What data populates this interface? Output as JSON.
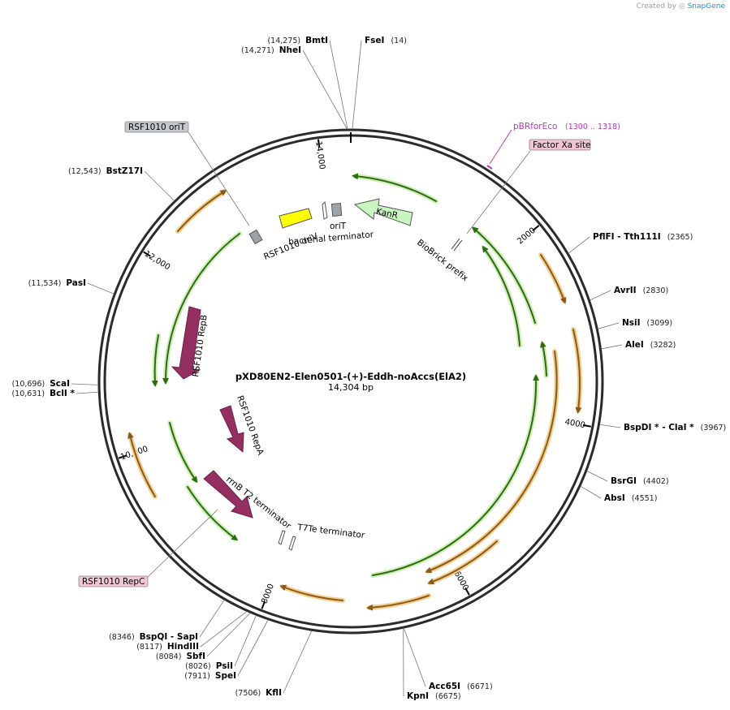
{
  "credit": {
    "prefix": "Created by",
    "brand": "SnapGene"
  },
  "map": {
    "name": "pXD80EN2-Elen0501-(+)-Eddh-noAccs(ElA2)",
    "length_label": "14,304 bp",
    "total_bp": 14304
  },
  "ticks": [
    {
      "bp": 2000,
      "label": "2000"
    },
    {
      "bp": 4000,
      "label": "4000"
    },
    {
      "bp": 6000,
      "label": "6000"
    },
    {
      "bp": 8000,
      "label": "8000"
    },
    {
      "bp": 10000,
      "label": "10,000"
    },
    {
      "bp": 12000,
      "label": "12,000"
    },
    {
      "bp": 14000,
      "label": "14,000"
    }
  ],
  "sites": [
    {
      "pos_label": "(14,275)",
      "name": "BmtI",
      "bp": 14275
    },
    {
      "pos_label": "(14,271)",
      "name": "NheI",
      "bp": 14271
    },
    {
      "pos_label": "(14)",
      "name": "FseI",
      "bp": 14
    },
    {
      "pos_label": "(2365)",
      "name": "PflFI   - Tth111I",
      "bp": 2365
    },
    {
      "pos_label": "(2830)",
      "name": "AvrII",
      "bp": 2830
    },
    {
      "pos_label": "(3099)",
      "name": "NsiI",
      "bp": 3099
    },
    {
      "pos_label": "(3282)",
      "name": "AleI",
      "bp": 3282
    },
    {
      "pos_label": "(3967)",
      "name": "BspDI *  - ClaI *",
      "bp": 3967
    },
    {
      "pos_label": "(4402)",
      "name": "BsrGI",
      "bp": 4402
    },
    {
      "pos_label": "(4551)",
      "name": "AbsI",
      "bp": 4551
    },
    {
      "pos_label": "(6671)",
      "name": "Acc65I",
      "bp": 6671
    },
    {
      "pos_label": "(6675)",
      "name": "KpnI",
      "bp": 6675
    },
    {
      "pos_label": "(7506)",
      "name": "KflI",
      "bp": 7506
    },
    {
      "pos_label": "(7911)",
      "name": "SpeI",
      "bp": 7911
    },
    {
      "pos_label": "(8026)",
      "name": "PsiI",
      "bp": 8026
    },
    {
      "pos_label": "(8084)",
      "name": "SbfI",
      "bp": 8084
    },
    {
      "pos_label": "(8117)",
      "name": "HindIII",
      "bp": 8117
    },
    {
      "pos_label": "(8346)",
      "name": "BspQI   - SapI",
      "bp": 8346
    },
    {
      "pos_label": "(10,631)",
      "name": "BclI *",
      "bp": 10631
    },
    {
      "pos_label": "(10,696)",
      "name": "ScaI",
      "bp": 10696
    },
    {
      "pos_label": "(11,534)",
      "name": "PasI",
      "bp": 11534
    },
    {
      "pos_label": "(12,543)",
      "name": "BstZ17I",
      "bp": 12543
    }
  ],
  "boxed_features": [
    {
      "text": "RSF1010 oriT",
      "color": "#c5c8cc"
    },
    {
      "text": "Factor Xa site",
      "color": "#f1c6d2"
    },
    {
      "text": "RSF1010 RepC",
      "color": "#f1c6d2"
    }
  ],
  "primer": {
    "name": "pBRforEco",
    "range": "(1300 .. 1318)",
    "color": "#b03ac0"
  },
  "feature_labels": {
    "kanr": "KanR",
    "orit": "oriT",
    "bacterial_terminator": "bacterial terminator",
    "rsf_oriv": "RSF1010 oriV",
    "biobrick": "BioBrick prefix",
    "repb": "RSF1010 RepB",
    "repa": "RSF1010 RepA",
    "rrnb": "rrnB T2 terminator",
    "t7te": "T7Te terminator"
  },
  "colors": {
    "backbone": "#2b2b2b",
    "orf_orange": "#8a5a1c",
    "orf_orange_halo": "#f3cf8c",
    "orf_green": "#2f6b12",
    "orf_green_halo": "#cdeeb4",
    "cds_purple": "#952f62",
    "kanr_fill": "#c9f5c0",
    "oriv_fill": "#ffff00",
    "grey_feature": "#9ea3a8"
  }
}
